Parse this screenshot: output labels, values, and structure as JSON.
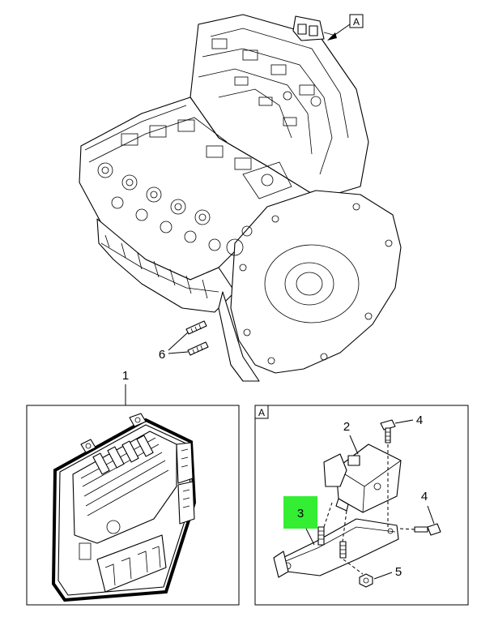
{
  "view_label_top": "A",
  "detail_box_label": "A",
  "callouts": {
    "ecm": "1",
    "bracket": "2",
    "highlighted": "3",
    "bolt_top": "4",
    "bolt_right": "4",
    "nut": "5",
    "studs": "6"
  },
  "colors": {
    "highlight": "#33ee33",
    "line": "#000000",
    "background": "#ffffff"
  }
}
